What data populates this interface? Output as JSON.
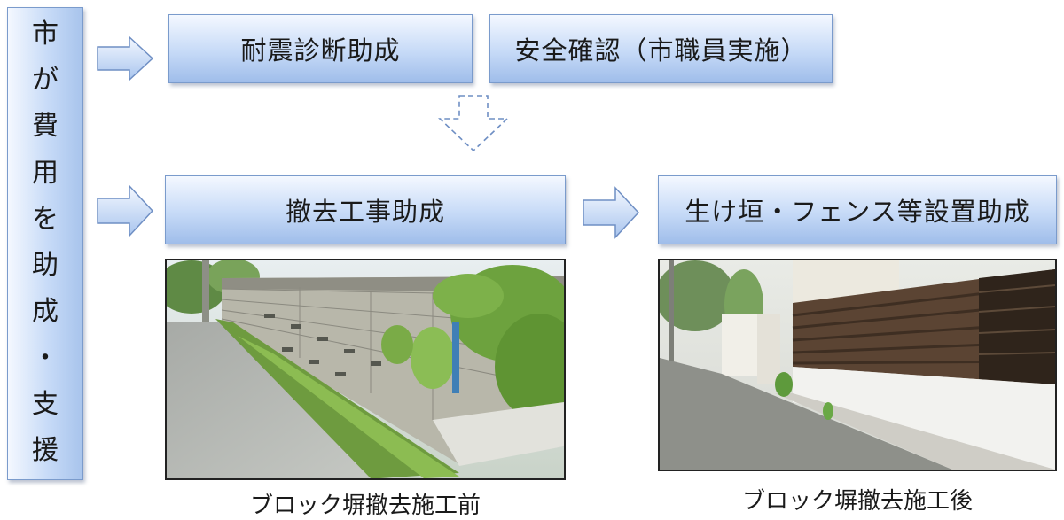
{
  "left_label": {
    "chars": [
      "市",
      "が",
      "費",
      "用",
      "を",
      "助",
      "成",
      "・",
      "支",
      "援"
    ]
  },
  "boxes": {
    "seismic": "耐震診断助成",
    "safety": "安全確認（市職員実施）",
    "removal": "撤去工事助成",
    "fence": "生け垣・フェンス等設置助成"
  },
  "captions": {
    "before": "ブロック塀撤去施工前",
    "after": "ブロック塀撤去施工後"
  },
  "icons": {
    "arrow": "right-arrow-icon",
    "down_arrow": "down-arrow-dashed-icon"
  },
  "colors": {
    "box_top": "#f4f8ff",
    "box_bottom": "#9fbdea",
    "border": "#7a9bcc"
  }
}
